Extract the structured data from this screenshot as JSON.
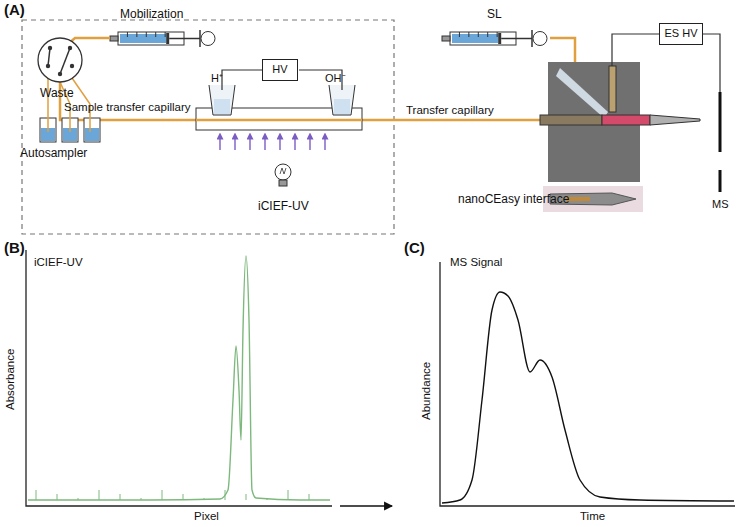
{
  "diagram": {
    "nodes": [
      {
        "text": [
          "HV"
        ]
      },
      {
        "text": [
          "ES HV"
        ]
      }
    ],
    "labels": [
      "(A)",
      "Mobilization",
      "Waste",
      "Autosampler",
      "Sample transfer capillary",
      "H⁺",
      "OH⁻",
      "iCIEF-UV",
      "Transfer capillary",
      "SL",
      "nanoCEasy interface",
      "MS",
      "(B)",
      "iCIEF-UV",
      "Absorbance",
      "Pixel",
      "(C)",
      "MS Signal",
      "Abundance",
      "Time"
    ]
  }
}
